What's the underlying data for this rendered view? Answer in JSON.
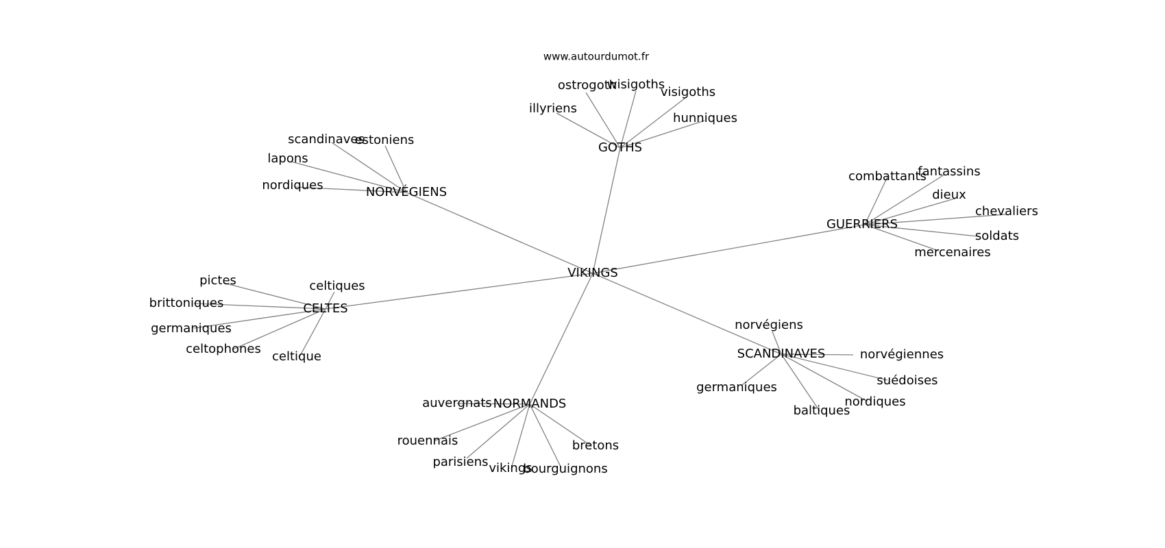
{
  "source": "www.autourdumot.fr",
  "graph": {
    "center": "VIKINGS",
    "groups": [
      {
        "hub": "GOTHS",
        "leaves": [
          "ostrogoth",
          "wisigoths",
          "visigoths",
          "illyriens",
          "hunniques"
        ]
      },
      {
        "hub": "NORVÉGIENS",
        "leaves": [
          "scandinaves",
          "estoniens",
          "lapons",
          "nordiques"
        ]
      },
      {
        "hub": "GUERRIERS",
        "leaves": [
          "combattants",
          "fantassins",
          "dieux",
          "chevaliers",
          "soldats",
          "mercenaires"
        ]
      },
      {
        "hub": "CELTES",
        "leaves": [
          "pictes",
          "celtiques",
          "brittoniques",
          "germaniques",
          "celtophones",
          "celtique"
        ]
      },
      {
        "hub": "SCANDINAVES",
        "leaves": [
          "norvégiens",
          "norvégiennes",
          "suédoises",
          "germaniques",
          "nordiques",
          "baltiques"
        ]
      },
      {
        "hub": "NORMANDS",
        "leaves": [
          "auvergnats",
          "rouennais",
          "parisiens",
          "vikings",
          "bourguignons",
          "bretons"
        ]
      }
    ]
  }
}
